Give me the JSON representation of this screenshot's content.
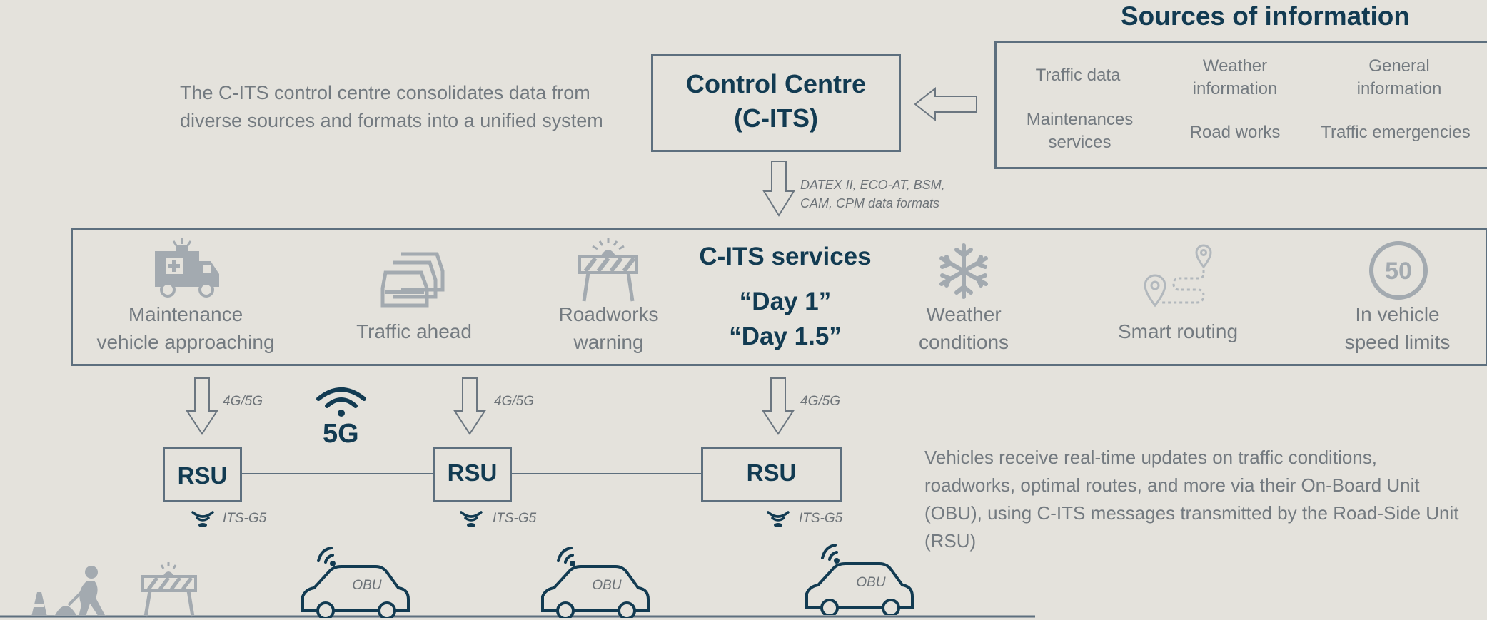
{
  "sources": {
    "title": "Sources of information",
    "items": {
      "traffic_data": "Traffic data",
      "weather": "Weather\ninformation",
      "general": "General\ninformation",
      "maintenance": "Maintenances\nservices",
      "road_works": "Road works",
      "emergencies": "Traffic emergencies"
    }
  },
  "control_centre": {
    "title": "Control Centre\n(C-ITS)",
    "description": "The C-ITS control centre consolidates data from diverse sources and formats into a unified system",
    "formats": "DATEX II, ECO-AT, BSM,\nCAM, CPM data formats"
  },
  "services": {
    "title": "C-ITS services",
    "day1": "“Day 1”",
    "day15": "“Day 1.5”",
    "items": {
      "maintenance_vehicle": "Maintenance\nvehicle approaching",
      "traffic_ahead": "Traffic ahead",
      "roadworks_warning": "Roadworks\nwarning",
      "weather_conditions": "Weather\nconditions",
      "smart_routing": "Smart routing",
      "speed_limits": "In vehicle\nspeed limits"
    },
    "speed_sign_value": "50"
  },
  "network": {
    "link_label": "4G/5G",
    "fiveg_label": "5G",
    "rsu_label": "RSU",
    "itsg5_label": "ITS-G5",
    "obu_label": "OBU",
    "description": "Vehicles receive real-time updates on traffic conditions, roadworks, optimal routes, and more via their On-Board Unit (OBU), using C-ITS messages transmitted by the Road-Side Unit (RSU)"
  },
  "colors": {
    "background": "#e4e2dc",
    "accent_dark": "#123b52",
    "border": "#5d6f7e",
    "icon_grey": "#9aa2a8"
  }
}
